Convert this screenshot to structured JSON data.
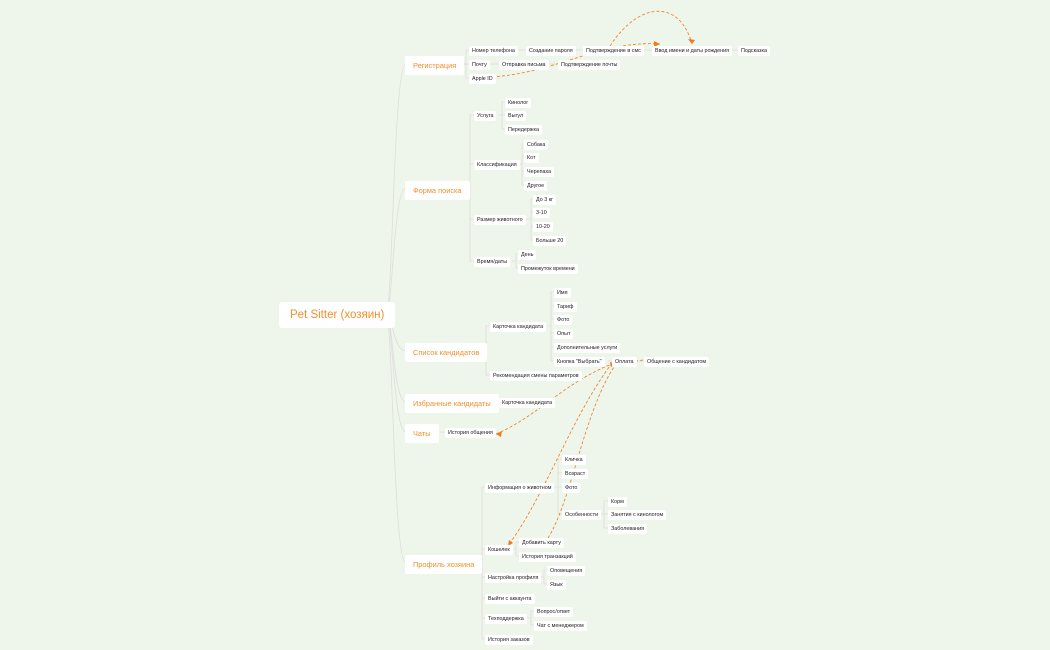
{
  "colors": {
    "background": "#eef5ea",
    "accent": "#f0902a",
    "connector": "#dddddd",
    "relation": "#f07a1e"
  },
  "root": "Pet Sitter (хозяин)",
  "branches": {
    "registration": {
      "label": "Регистрация",
      "phone": "Номер телефона",
      "create_password": "Создание пароля",
      "confirm_sms": "Подтверждение в смс",
      "enter_name": "Ввод имени и даты рождения",
      "hint": "Подсказка",
      "email": "Почту",
      "send_letter": "Отправка письма",
      "confirm_email": "Подтверждение почты",
      "apple_id": "Apple ID"
    },
    "search": {
      "label": "Форма поиска",
      "service": "Услуга",
      "cynologist": "Кинолог",
      "walking": "Выгул",
      "overexposure": "Передержка",
      "classification": "Классификация",
      "dog": "Собака",
      "cat": "Кот",
      "turtle": "Черепаха",
      "other": "Другое",
      "pet_size": "Размер животного",
      "size_1": "До 3 кг",
      "size_2": "3-10",
      "size_3": "10-20",
      "size_4": "Больше 20",
      "time": "Время/даты",
      "day": "День",
      "period": "Промежуток времени"
    },
    "candidates": {
      "label": "Список кандидатов",
      "card": "Карточка кандидата",
      "name": "Имя",
      "tariff": "Тариф",
      "photo": "Фото",
      "experience": "Опыт",
      "extra_services": "Дополнительные услуги",
      "choose_button": "Кнопка \"Выбрать\"",
      "payment": "Оплата",
      "chat_with_candidate": "Общение с кандидатом",
      "recommendation": "Рекомендация смены параметров"
    },
    "favorites": {
      "label": "Избранные кандидаты",
      "card": "Карточка кандидата"
    },
    "chats": {
      "label": "Чаты",
      "history": "История общения"
    },
    "profile": {
      "label": "Профиль хозяина",
      "pet_info": "Информация о животном",
      "nickname": "Кличка",
      "age": "Возраст",
      "photo": "Фото",
      "features": "Особенности",
      "food": "Корм",
      "cynologist_lessons": "Занятия с кинологом",
      "diseases": "Заболевания",
      "wallet": "Кошелек",
      "add_card": "Добавить карту",
      "transactions": "История транзакций",
      "settings": "Настройка профиля",
      "notifications": "Оповещения",
      "language": "Язык",
      "logout": "Выйти с аккаунта",
      "support": "Техподдержка",
      "faq": "Вопрос/ответ",
      "manager_chat": "Чат с менеджером",
      "orders": "История заказов"
    }
  }
}
